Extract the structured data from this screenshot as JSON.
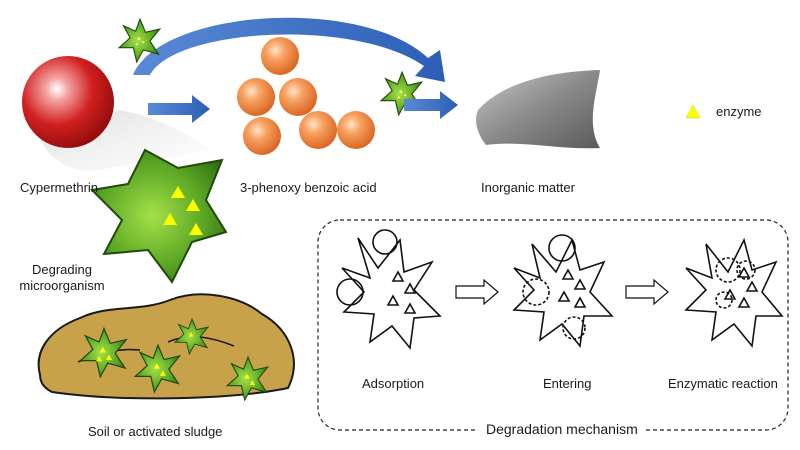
{
  "labels": {
    "cypermethrin": "Cypermethrin",
    "benzoic_acid": "3-phenoxy benzoic acid",
    "inorganic": "Inorganic matter",
    "degrading_microorganism": "Degrading\nmicroorganism",
    "soil": "Soil or activated sludge",
    "enzyme_legend": "enzyme"
  },
  "mechanism": {
    "title": "Degradation mechanism",
    "steps": [
      "Adsorption",
      "Entering",
      "Enzymatic reaction"
    ]
  },
  "colors": {
    "cypermethrin": "#cc1a1a",
    "benzoic_acid": "#f08a3a",
    "microbe": "#4e9a1e",
    "enzyme": "#ffff00",
    "arrow": "#3a6fc4",
    "inorganic": "#8a8a8a",
    "soil": "#c9a44a"
  }
}
